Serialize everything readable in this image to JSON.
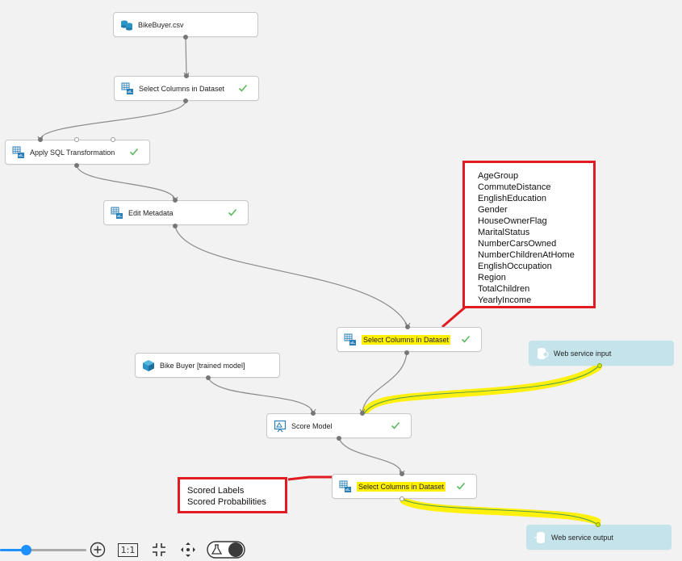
{
  "modules": [
    {
      "id": "bikebuyer-csv",
      "label": "BikeBuyer.csv",
      "icon": "dataset-icon",
      "checked": false,
      "highlighted": false
    },
    {
      "id": "select-columns-1",
      "label": "Select Columns in Dataset",
      "icon": "table-icon",
      "checked": true,
      "highlighted": false
    },
    {
      "id": "apply-sql",
      "label": "Apply SQL Transformation",
      "icon": "table-icon",
      "checked": true,
      "highlighted": false
    },
    {
      "id": "edit-metadata",
      "label": "Edit Metadata",
      "icon": "table-icon",
      "checked": true,
      "highlighted": false
    },
    {
      "id": "select-columns-2",
      "label": "Select Columns in Dataset",
      "icon": "table-icon",
      "checked": true,
      "highlighted": true
    },
    {
      "id": "trained-model",
      "label": "Bike Buyer [trained model]",
      "icon": "model-cube-icon",
      "checked": false,
      "highlighted": false
    },
    {
      "id": "score-model",
      "label": "Score Model",
      "icon": "score-icon",
      "checked": true,
      "highlighted": false
    },
    {
      "id": "select-columns-3",
      "label": "Select Columns in Dataset",
      "icon": "table-icon",
      "checked": true,
      "highlighted": true
    },
    {
      "id": "web-service-input",
      "label": "Web service input",
      "icon": "web-service-input-icon",
      "checked": false,
      "highlighted": false
    },
    {
      "id": "web-service-output",
      "label": "Web service output",
      "icon": "web-service-output-icon",
      "checked": false,
      "highlighted": false
    }
  ],
  "callouts": {
    "columns_selected": [
      "AgeGroup",
      "CommuteDistance",
      "EnglishEducation",
      "Gender",
      "HouseOwnerFlag",
      "MaritalStatus",
      "NumberCarsOwned",
      "NumberChildrenAtHome",
      "EnglishOccupation",
      "Region",
      "TotalChildren",
      "YearlyIncome"
    ],
    "output_columns": [
      "Scored Labels",
      "Scored Probabilities"
    ]
  },
  "toolbar": {
    "zoom_in_icon": "plus-circle-icon",
    "actual_size_label": "1:1",
    "fit_icon": "fit-to-screen-icon",
    "pan_icon": "pan-arrows-icon",
    "toggle_icon": "flask-icon",
    "zoom_fraction": 0.3
  },
  "colors": {
    "highlight": "#ffef00",
    "callout_border": "#e11b22",
    "web_service": "#c5e3ea",
    "accent": "#1e90ff",
    "check": "#5cb85c"
  }
}
